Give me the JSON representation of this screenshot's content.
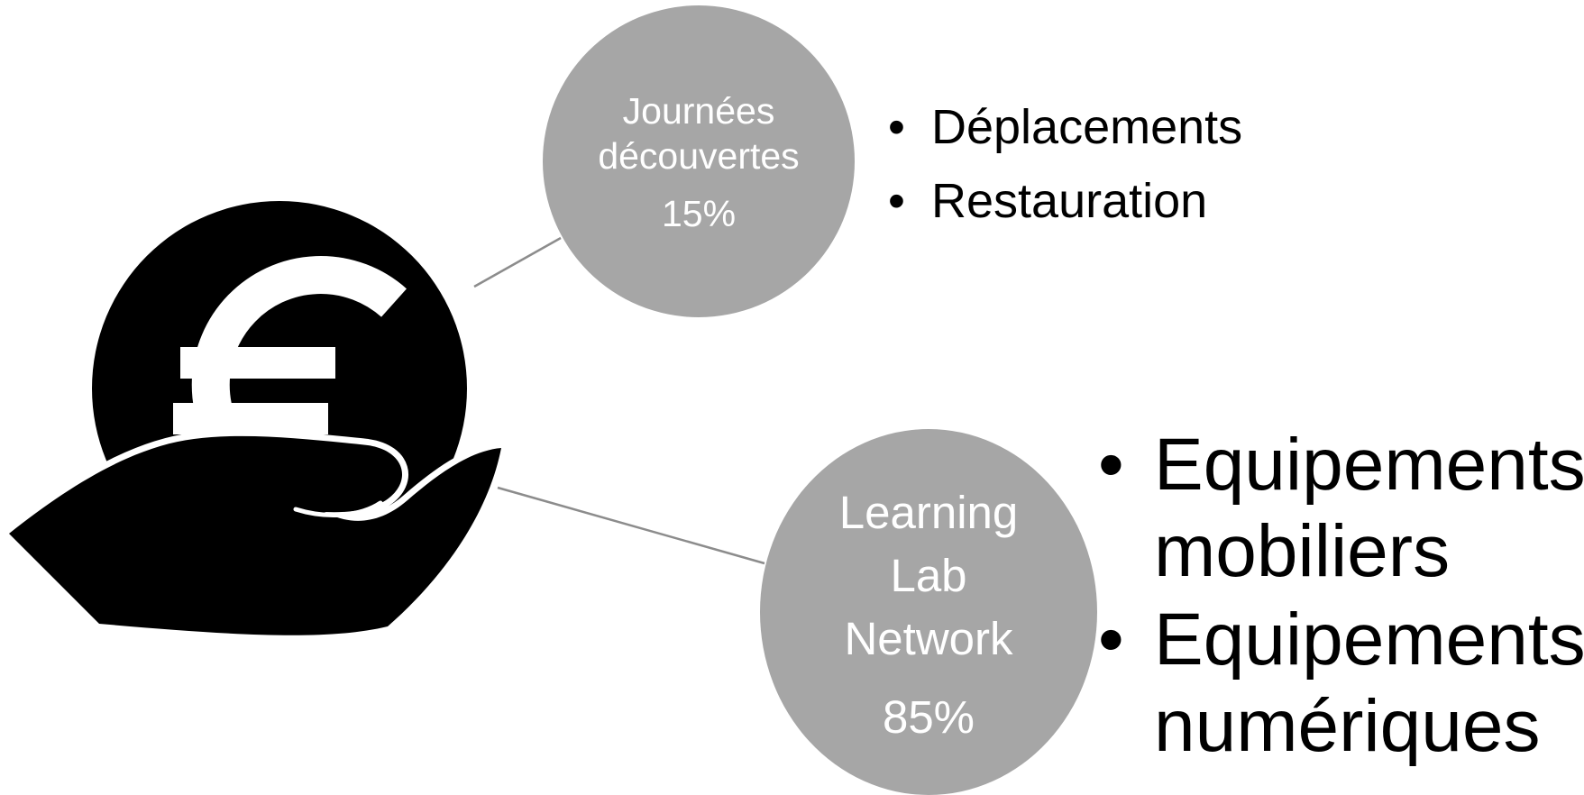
{
  "colors": {
    "bubble_fill": "#a6a6a6",
    "bubble_text": "#ffffff",
    "connector": "#8c8c8c",
    "icon": "#000000",
    "bullet_text": "#000000"
  },
  "icon": {
    "name": "hand-holding-euro-coin-icon"
  },
  "nodes": [
    {
      "label": "Journées découvertes",
      "percent": "15%",
      "bullets": [
        "Déplacements",
        "Restauration"
      ]
    },
    {
      "label": "Learning Lab Network",
      "percent": "85%",
      "bullets": [
        "Equipements mobiliers",
        "Equipements numériques"
      ]
    }
  ],
  "bullet_marker": "•"
}
